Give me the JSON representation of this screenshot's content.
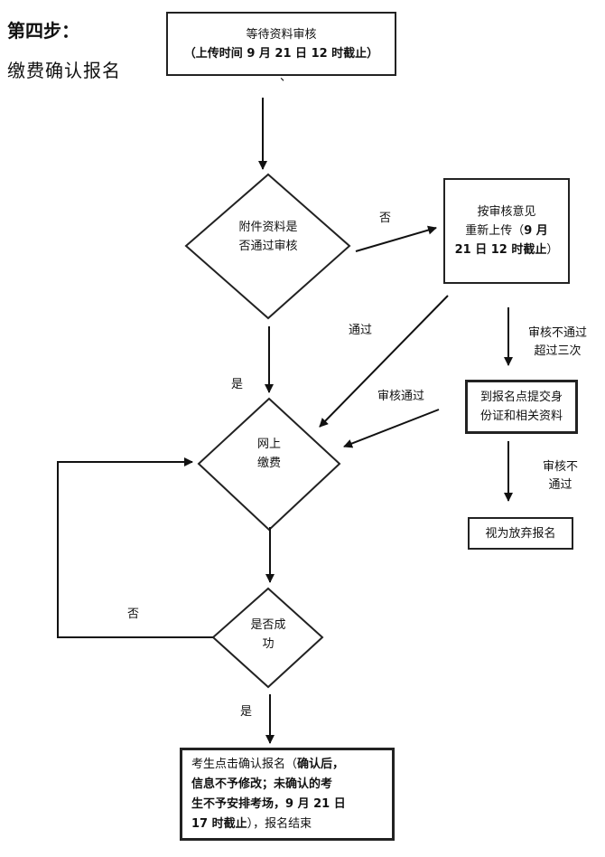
{
  "header": {
    "step": "第四步：",
    "title": "缴费确认报名"
  },
  "nodes": {
    "wait_review": {
      "line1": "等待资料审核",
      "line2": "（上传时间 9 月 21 日 12 时截止）",
      "line3": "、"
    },
    "attachment_check": {
      "line1": "附件资料是",
      "line2": "否通过审核"
    },
    "reupload": {
      "line1": "按审核意见",
      "line2_pre": "重新上传（",
      "line2_bold": "9 月",
      "line3_bold": "21 日 12 时截止",
      "line3_post": "）"
    },
    "visit_site": {
      "line1": "到报名点提交身",
      "line2": "份证和相关资料"
    },
    "give_up": {
      "text": "视为放弃报名"
    },
    "online_pay": {
      "line1": "网上",
      "line2": "缴费"
    },
    "success_check": {
      "line1": "是否成",
      "line2": "功"
    },
    "confirm": {
      "line1_pre": "考生点击确认报名（",
      "line1_bold": "确认后，",
      "line2": "信息不予修改；未确认的考",
      "line3": "生不予安排考场，9 月 21 日",
      "line4_pre": "17 时截止",
      "line4_post": "），报名结束"
    }
  },
  "edges": {
    "no_1": "否",
    "pass_1": "通过",
    "yes_1": "是",
    "fail_three_1": "审核不通过",
    "fail_three_2": "超过三次",
    "review_pass": "审核通过",
    "fail_1": "审核不",
    "fail_2": "通过",
    "no_2": "否",
    "yes_2": "是"
  }
}
